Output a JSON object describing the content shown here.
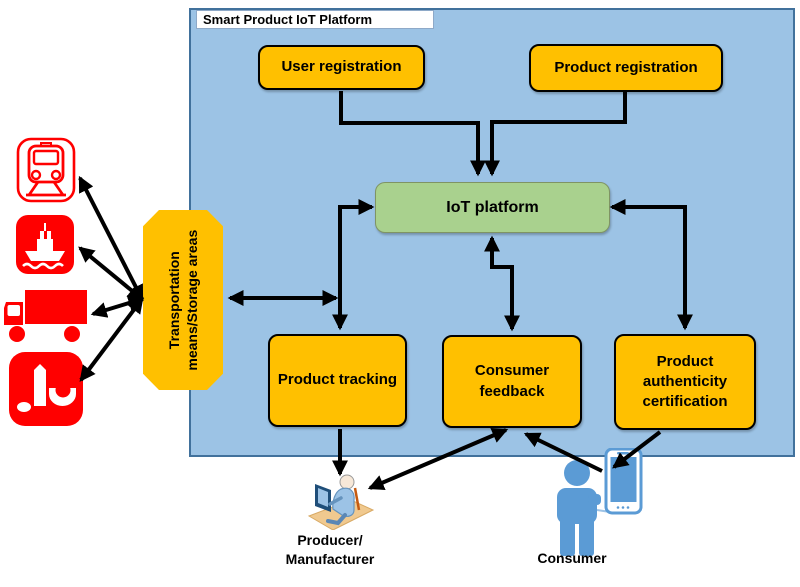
{
  "title": "Smart Product IoT Platform",
  "nodes": {
    "user_registration": {
      "label": "User registration"
    },
    "product_registration": {
      "label": "Product registration"
    },
    "iot_platform": {
      "label": "IoT platform"
    },
    "product_tracking": {
      "label": "Product tracking"
    },
    "consumer_feedback": {
      "label": "Consumer feedback"
    },
    "product_authenticity": {
      "label": "Product authenticity certification"
    },
    "transportation": {
      "line1": "Transportation",
      "line2": "means/Storage areas"
    }
  },
  "actors": {
    "producer": {
      "line1": "Producer/",
      "line2": "Manufacturer",
      "icon": "producer-at-computer-icon"
    },
    "consumer": {
      "label": "Consumer",
      "icon": "consumer-with-phone-icon"
    }
  },
  "transport_icons": [
    {
      "name": "train-icon"
    },
    {
      "name": "ship-icon"
    },
    {
      "name": "truck-icon"
    },
    {
      "name": "food-products-icon"
    }
  ],
  "connections": [
    "user-registration -> iot-platform",
    "product-registration -> iot-platform",
    "iot-platform <-> product-tracking",
    "transportation <-> product-tracking-branch",
    "iot-platform <-> consumer-feedback",
    "iot-platform <-> product-authenticity-certification",
    "product-tracking -> producer",
    "consumer-feedback <-> producer",
    "consumer -> consumer-feedback",
    "product-authenticity-certification -> consumer",
    "transportation <-> train",
    "transportation <-> ship",
    "transportation <-> truck",
    "transportation <-> food-products"
  ],
  "colors": {
    "container_fill": "#9CC3E5",
    "container_border": "#41719C",
    "node_fill": "#FFC000",
    "node_border": "#000000",
    "platform_fill": "#A9D18E",
    "platform_border": "#7F9464",
    "arrow": "#000000",
    "transport_icon_red": "#FF0000",
    "consumer_blue": "#5B9BD5"
  }
}
